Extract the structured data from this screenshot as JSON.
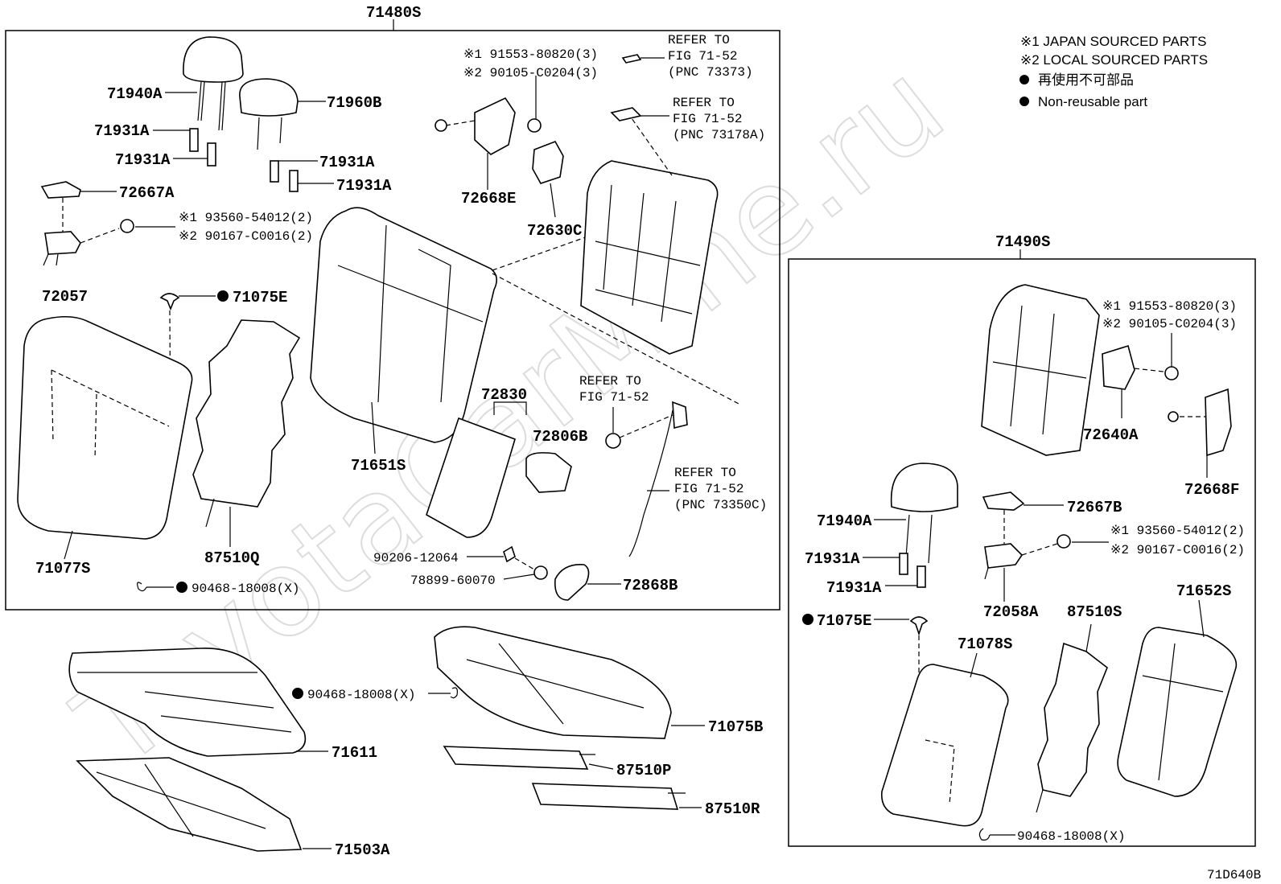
{
  "assemblies": {
    "left": "71480S",
    "right": "71490S"
  },
  "legend": [
    "※1 JAPAN SOURCED PARTS",
    "※2 LOCAL SOURCED PARTS",
    "再使用不可部品",
    "Non-reusable part"
  ],
  "watermark": "ToyotaCarMine.ru",
  "figure_code": "71D640B",
  "labels": {
    "l71940A": "71940A",
    "l71960B": "71960B",
    "l71931A_1": "71931A",
    "l71931A_2": "71931A",
    "l71931A_3": "71931A",
    "l71931A_4": "71931A",
    "l72667A": "72667A",
    "l93560_1": "※1 93560-54012(2)",
    "l90167_1": "※2 90167-C0016(2)",
    "l72057": "72057",
    "l71075E_1": "71075E",
    "l71077S": "71077S",
    "l87510Q": "87510Q",
    "l90468_1": "90468-18008(X)",
    "l91553_1": "※1 91553-80820(3)",
    "l90105_1": "※2 90105-C0204(3)",
    "l72668E": "72668E",
    "l72630C": "72630C",
    "l71651S": "71651S",
    "l72830": "72830",
    "l72806B": "72806B",
    "l90206": "90206-12064",
    "l78899": "78899-60070",
    "l72868B": "72868B",
    "ref1": [
      "REFER TO",
      "FIG 71-52",
      "(PNC 73373)"
    ],
    "ref2": [
      "REFER TO",
      "FIG 71-52",
      "(PNC 73178A)"
    ],
    "ref3": [
      "REFER TO",
      "FIG 71-52"
    ],
    "ref4": [
      "REFER TO",
      "FIG 71-52",
      "(PNC 73350C)"
    ],
    "l90468_2": "90468-18008(X)",
    "l71611": "71611",
    "l71503A": "71503A",
    "l71075B": "71075B",
    "l87510P": "87510P",
    "l87510R": "87510R",
    "r91553": "※1 91553-80820(3)",
    "r90105": "※2 90105-C0204(3)",
    "r72640A": "72640A",
    "r72668F": "72668F",
    "r71940A": "71940A",
    "r71931A_1": "71931A",
    "r71931A_2": "71931A",
    "r72667B": "72667B",
    "r93560": "※1 93560-54012(2)",
    "r90167": "※2 90167-C0016(2)",
    "r72058A": "72058A",
    "r71075E": "71075E",
    "r71078S": "71078S",
    "r87510S": "87510S",
    "r71652S": "71652S",
    "r90468": "90468-18008(X)"
  }
}
